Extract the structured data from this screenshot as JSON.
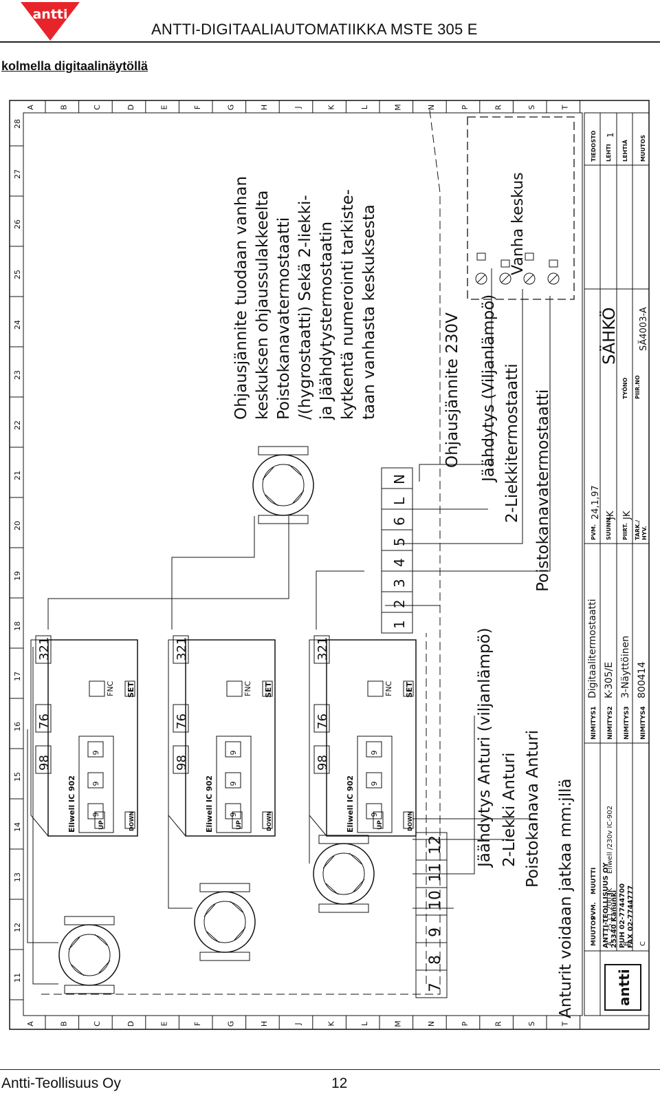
{
  "header": {
    "logo_text": "antti",
    "title": "ANTTI-DIGITAALIAUTOMATIIKKA MSTE 305 E",
    "subtitle": "kolmella digitaalinäytöllä"
  },
  "colors": {
    "logo_red": "#e8242b",
    "ink": "#111111"
  },
  "grid": {
    "columns": [
      "28",
      "27",
      "26",
      "25",
      "24",
      "23",
      "22",
      "21",
      "20",
      "19",
      "18",
      "17",
      "16",
      "15",
      "14",
      "13",
      "12",
      "11"
    ],
    "rows": [
      "A",
      "B",
      "C",
      "D",
      "E",
      "F",
      "G",
      "H",
      "J",
      "K",
      "L",
      "M",
      "N",
      "P",
      "R",
      "S",
      "T"
    ]
  },
  "controllers": {
    "brand_label": "Eliwell IC 902",
    "digit": "9",
    "fnc": "FNC",
    "set": "SET",
    "up": "UP",
    "down": "DOWN",
    "term_a": "98",
    "term_b": "76",
    "term_c": "321"
  },
  "terminals": {
    "left": [
      "7",
      "8",
      "9",
      "10",
      "11",
      "12"
    ],
    "right": [
      "1",
      "2",
      "3",
      "4",
      "5",
      "6",
      "L",
      "N"
    ]
  },
  "notes": {
    "top": [
      "Ohjausjännite tuodaan vanhan",
      "keskuksen ohjaussulakkeelta",
      "Poistokanavatermostaatti",
      "/(hygrostaatti) Sekä 2-liekki-",
      "ja Jäähdytystermostaatin",
      "kytkentä numerointi tarkiste-",
      "taan vanhasta keskuksesta"
    ],
    "right_labels": [
      "Ohjausjännite 230V",
      "Jäähdytys (Viljanlämpö)",
      "2-Liekkitermostaatti",
      "Poistokanavatermostaatti"
    ],
    "old_center": "Vanha keskus",
    "left_labels": [
      "Jäähdytys Anturi (viljanlämpö)",
      "2-Liekki Anturi",
      "Poistokanava Anturi"
    ],
    "bottom_note": "Anturit voidaan jatkaa mm:jllä"
  },
  "titleblock": {
    "company": [
      "ANTTI-TEOLLISUUS OY",
      "25340 Kanunki",
      "PUH 02-7744700",
      "FAX 02-7744777"
    ],
    "rev_header": [
      "MUUTOS",
      "PVM.",
      "MUUTTI"
    ],
    "rev_rows": [
      [
        "A",
        "25.11.2003",
        "JK",
        "Eliwell /230v IC-902"
      ],
      [
        "B",
        "",
        "",
        ""
      ],
      [
        "C",
        "",
        "",
        ""
      ]
    ],
    "names": [
      [
        "NIMITYS1",
        "Digitaalitermostaatti"
      ],
      [
        "NIMITYS2",
        "K-305/E"
      ],
      [
        "NIMITYS3",
        "3-Näyttöinen"
      ],
      [
        "NIMITYS4",
        "800414"
      ]
    ],
    "pvm_label": "PVM.",
    "pvm_value": "24,1,97",
    "suunn_label": "SUUNN.",
    "suunn_value": "JK",
    "piirt_label": "PIIRT.",
    "piirt_value": "JK",
    "tark_label": "TARK./",
    "hyv_label": "HYV.",
    "dept": "SÄHKÖ",
    "tyono_label": "TYÖNO",
    "piirno_label": "PIIR.NO",
    "piirno_value": "SÄ4003-A",
    "tiedosto_label": "TIEDOSTO",
    "lehti_label": "LEHTI",
    "lehti_value": "1",
    "lehtia_label": "LEHTIÄ",
    "muutos_label": "MUUTOS"
  },
  "footer": {
    "company": "Antti-Teollisuus Oy",
    "page": "12"
  }
}
